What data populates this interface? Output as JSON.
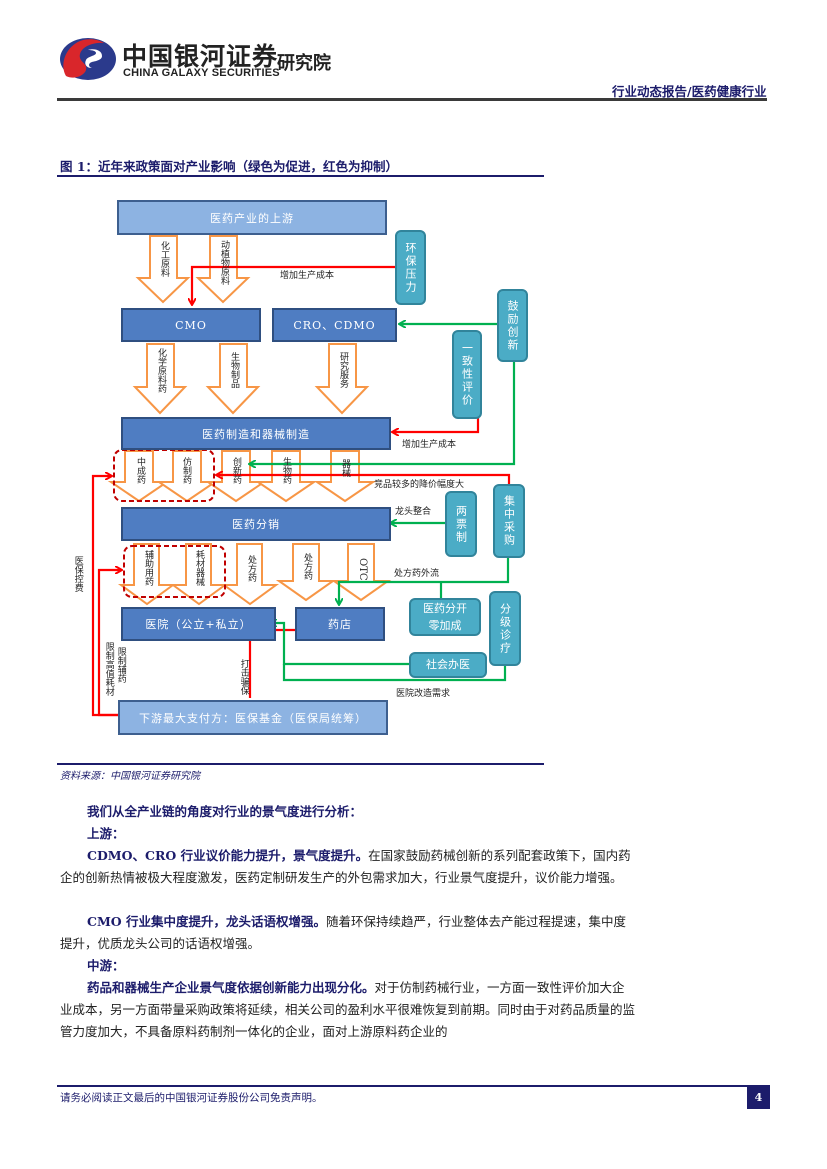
{
  "header": {
    "brand_cn": "中国银河证券",
    "brand_en": "CHINA GALAXY SECURITIES",
    "institute": "研究院",
    "report_type": "行业动态报告/医药健康行业",
    "logo_colors": {
      "red": "#d9262b",
      "blue": "#2b3a8c"
    }
  },
  "figure": {
    "title": "图 1：近年来政策面对产业影响（绿色为促进，红色为抑制）",
    "source": "资料来源：中国银河证券研究院",
    "colors": {
      "promote": "#00b050",
      "inhibit": "#ff0000",
      "box_dark": "#4f7dc2",
      "box_light": "#8db3e2",
      "policy": "#4bacc6",
      "flow_arrow": "#f79646"
    },
    "nodes": {
      "upstream": "医药产业的上游",
      "cmo": "CMO",
      "cro_cdmo": "CRO、CDMO",
      "manufacturing": "医药制造和器械制造",
      "distribution": "医药分销",
      "hospital": "医院（公立+私立）",
      "pharmacy": "药店",
      "payer": "下游最大支付方：医保基金（医保局统筹）"
    },
    "flow_arrows": {
      "chem_raw": "化工原料",
      "plant_animal_raw": "动植物原料",
      "api": "化学原料药",
      "bio_products": "生物制品",
      "research_services": "研究服务",
      "tcm": "中成药",
      "generic": "仿制药",
      "innovative": "创新药",
      "biologic": "生物药",
      "device": "器械",
      "adjuvant": "辅助用药",
      "consumables": "耗材器械",
      "rx1": "处方药",
      "rx2": "处方药",
      "otc": "OTC"
    },
    "policies": {
      "env_pressure": "环保压力",
      "encourage_innovation": "鼓励创新",
      "consistency_eval": "一致性评价",
      "two_invoice": "两票制",
      "centralized_procurement": "集中采购",
      "separation": "医药分开零加成",
      "tiered_care": "分级诊疗",
      "private_hospitals": "社会办医"
    },
    "edge_labels": {
      "cost_up_1": "增加生产成本",
      "cost_up_2": "增加生产成本",
      "price_cut": "竞品较多的降价幅度大",
      "leader_consolidation": "龙头整合",
      "rx_outflow": "处方药外流",
      "hospital_reform": "医院改造需求",
      "insurance_cost_control": "医保控费",
      "limit_consumables": "限制高值耗材",
      "limit_adjuvant": "限制辅药",
      "anti_fraud": "打击骗保"
    }
  },
  "body": {
    "intro": "我们从全产业链的角度对行业的景气度进行分析：",
    "upstream_heading": "上游：",
    "p1_bold": "CDMO、CRO 行业议价能力提升，景气度提升。",
    "p1_text": "在国家鼓励药械创新的系列配套政策下，国内药企的创新热情被极大程度激发，医药定制研发生产的外包需求加大，行业景气度提升，议价能力增强。",
    "p2_bold": "CMO 行业集中度提升，龙头话语权增强。",
    "p2_text": "随着环保持续趋严，行业整体去产能过程提速，集中度提升，优质龙头公司的话语权增强。",
    "midstream_heading": "中游：",
    "p3_bold": "药品和器械生产企业景气度依据创新能力出现分化。",
    "p3_text": "对于仿制药械行业，一方面一致性评价加大企业成本，另一方面带量采购政策将延续，相关公司的盈利水平很难恢复到前期。同时由于对药品质量的监管力度加大，不具备原料药制剂一体化的企业，面对上游原料药企业的"
  },
  "footer": {
    "disclaimer": "请务必阅读正文最后的中国银河证券股份公司免责声明。",
    "page_number": "4"
  }
}
